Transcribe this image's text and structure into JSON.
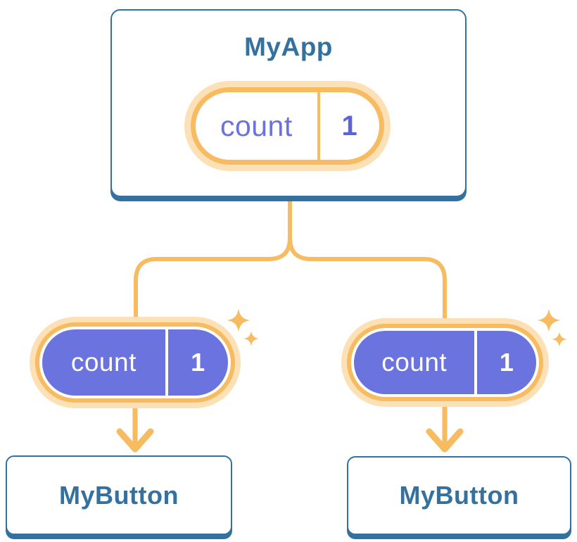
{
  "diagram": {
    "root": {
      "title": "MyApp",
      "state": {
        "name": "count",
        "value": "1"
      }
    },
    "children": [
      {
        "title": "MyButton",
        "state": {
          "name": "count",
          "value": "1"
        }
      },
      {
        "title": "MyButton",
        "state": {
          "name": "count",
          "value": "1"
        }
      }
    ]
  },
  "icons": {
    "sparkle": "four-pointed-star",
    "arrow": "arrow-down"
  },
  "colors": {
    "card_border_blue": "#35719f",
    "title_text_blue": "#35719f",
    "wire_orange": "#f7bb61",
    "pill_halo_orange": "#fde1b6",
    "child_pill_purple": "#6b74de",
    "state_name_purple": "#6a71e0",
    "state_value_purple": "#5c64d9",
    "background": "#ffffff"
  }
}
